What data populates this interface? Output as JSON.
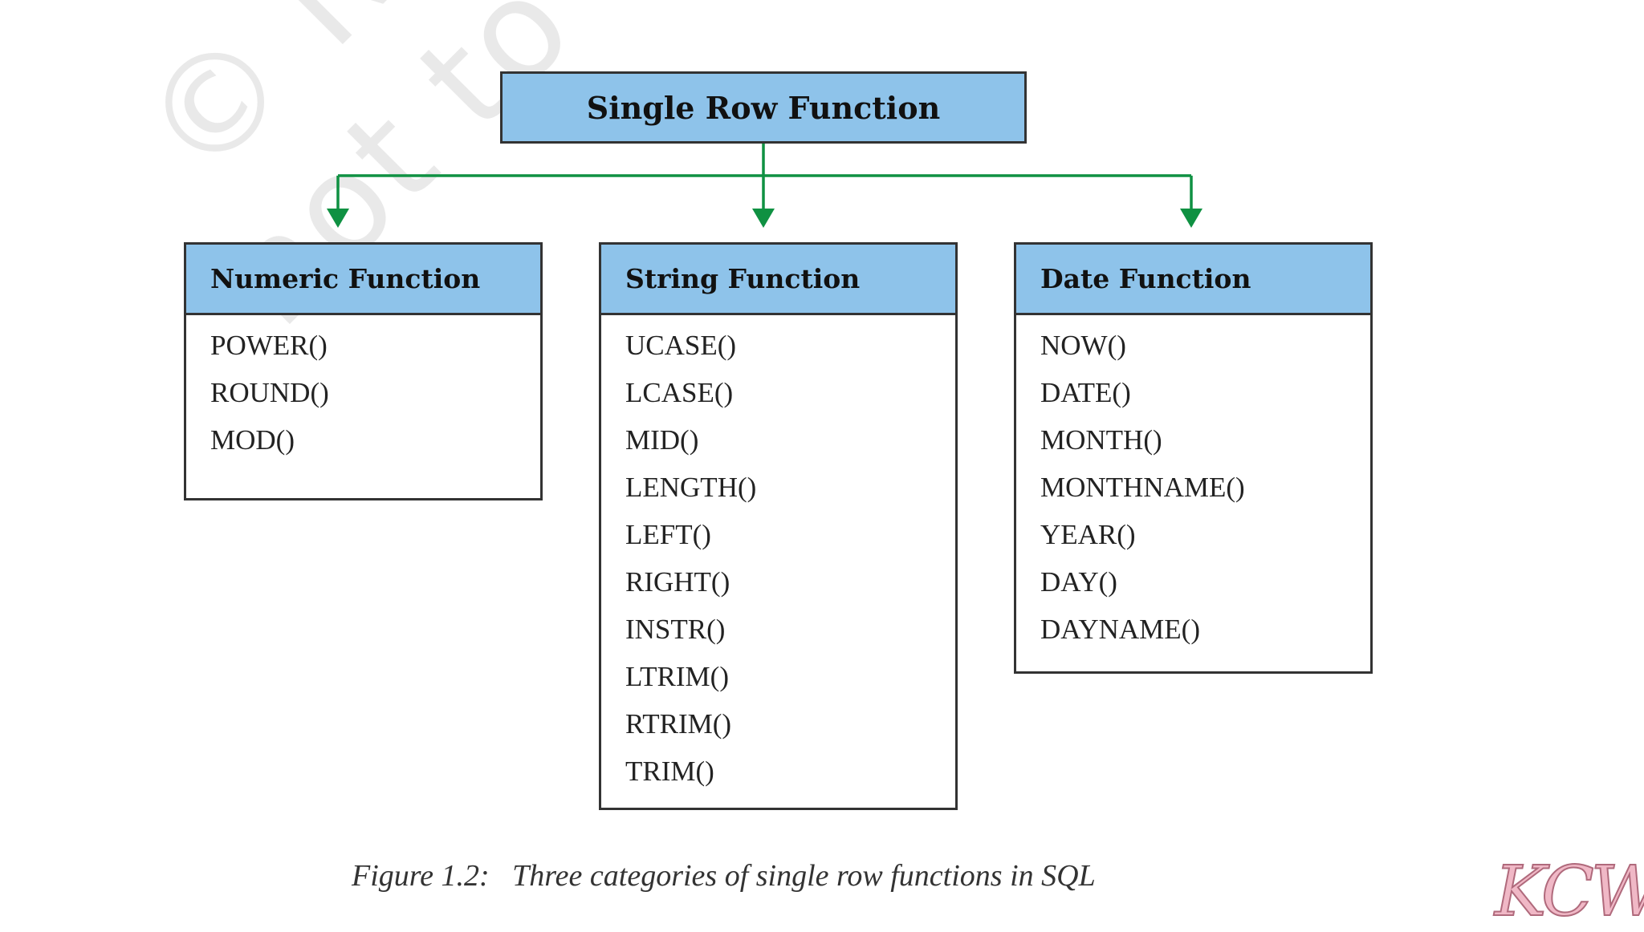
{
  "watermark": {
    "line1": "© NCERT",
    "line2": "not to be republished"
  },
  "root": {
    "label": "Single Row Function"
  },
  "categories": [
    {
      "title": "Numeric Function",
      "items": [
        "POWER()",
        "ROUND()",
        "MOD()"
      ]
    },
    {
      "title": "String Function",
      "items": [
        "UCASE()",
        "LCASE()",
        "MID()",
        "LENGTH()",
        "LEFT()",
        "RIGHT()",
        "INSTR()",
        "LTRIM()",
        "RTRIM()",
        "TRIM()"
      ]
    },
    {
      "title": "Date Function",
      "items": [
        "NOW()",
        "DATE()",
        "MONTH()",
        "MONTHNAME()",
        "YEAR()",
        "DAY()",
        "DAYNAME()"
      ]
    }
  ],
  "caption": "Figure 1.2:   Three categories of single row functions in SQL",
  "logo": "KCW",
  "colors": {
    "box_fill": "#8ec3ea",
    "box_border": "#333333",
    "connector": "#0f9142"
  }
}
